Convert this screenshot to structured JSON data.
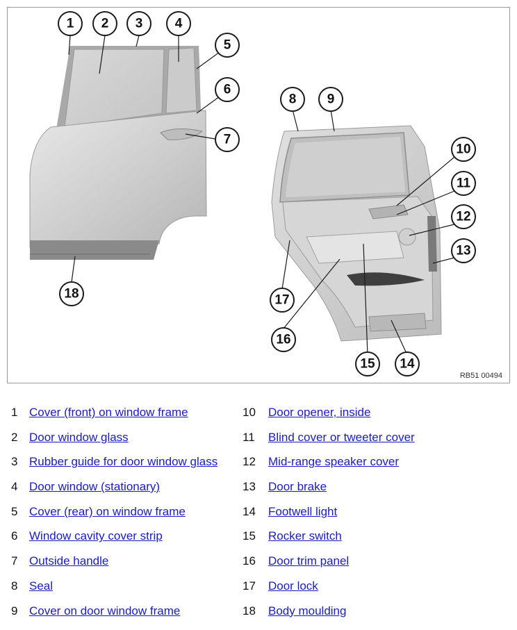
{
  "diagram": {
    "figure_code": "RB51 00494",
    "callout_numbers": [
      "1",
      "2",
      "3",
      "4",
      "5",
      "6",
      "7",
      "8",
      "9",
      "10",
      "11",
      "12",
      "13",
      "14",
      "15",
      "16",
      "17",
      "18"
    ]
  },
  "legend": [
    {
      "num": "1",
      "label": "Cover (front) on window frame"
    },
    {
      "num": "2",
      "label": "Door window glass"
    },
    {
      "num": "3",
      "label": "Rubber guide for door window glass"
    },
    {
      "num": "4",
      "label": "Door window (stationary)"
    },
    {
      "num": "5",
      "label": "Cover (rear) on window frame"
    },
    {
      "num": "6",
      "label": "Window cavity cover strip"
    },
    {
      "num": "7",
      "label": "Outside handle"
    },
    {
      "num": "8",
      "label": "Seal"
    },
    {
      "num": "9",
      "label": "Cover on door window frame"
    },
    {
      "num": "10",
      "label": "Door opener, inside"
    },
    {
      "num": "11",
      "label": "Blind cover or tweeter cover"
    },
    {
      "num": "12",
      "label": "Mid-range speaker cover"
    },
    {
      "num": "13",
      "label": "Door brake"
    },
    {
      "num": "14",
      "label": "Footwell light"
    },
    {
      "num": "15",
      "label": "Rocker switch"
    },
    {
      "num": "16",
      "label": "Door trim panel"
    },
    {
      "num": "17",
      "label": "Door lock"
    },
    {
      "num": "18",
      "label": "Body moulding"
    }
  ]
}
